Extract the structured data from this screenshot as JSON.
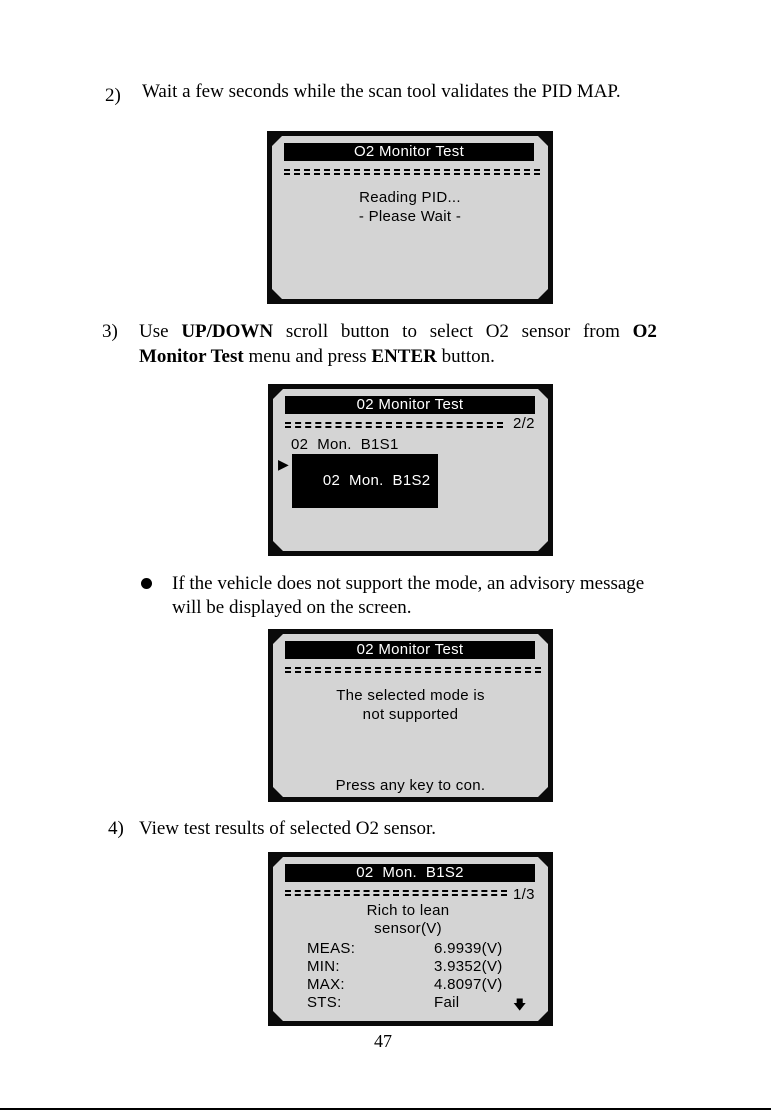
{
  "step2": {
    "number": "2)",
    "text": "Wait a few seconds while the scan tool validates the PID MAP."
  },
  "screen1": {
    "title": "O2 Monitor Test",
    "line1": "Reading PID...",
    "line2": "- Please Wait -"
  },
  "step3": {
    "number": "3)",
    "line1_pre": "Use ",
    "line1_bold1": "UP/DOWN",
    "line1_mid": " scroll button to select O2 sensor from ",
    "line1_bold2": "O2",
    "line2_bold1": "Monitor Test",
    "line2_mid": " menu and press ",
    "line2_bold2": "ENTER",
    "line2_post": " button."
  },
  "screen2": {
    "title": "02 Monitor Test",
    "page": "2/2",
    "items": [
      "02  Mon.  B1S1",
      "02  Mon.  B1S2"
    ],
    "selected_index": 1
  },
  "bullet": {
    "line1": "If the vehicle does not support the mode, an advisory message",
    "line2": "will be displayed on the screen."
  },
  "screen3": {
    "title": "02 Monitor Test",
    "line1": "The selected mode is",
    "line2": "not supported",
    "footer": "Press any key to con."
  },
  "step4": {
    "number": "4)",
    "text": "View test results of selected O2 sensor."
  },
  "screen4": {
    "title": "02  Mon.  B1S2",
    "page": "1/3",
    "heading1": "Rich to lean",
    "heading2": "sensor(V)",
    "rows": [
      {
        "label": "MEAS:",
        "value": "6.9939(V)"
      },
      {
        "label": "MIN:",
        "value": "3.9352(V)"
      },
      {
        "label": "MAX:",
        "value": "4.8097(V)"
      },
      {
        "label": "STS:",
        "value": "Fail"
      }
    ]
  },
  "page_number": "47"
}
